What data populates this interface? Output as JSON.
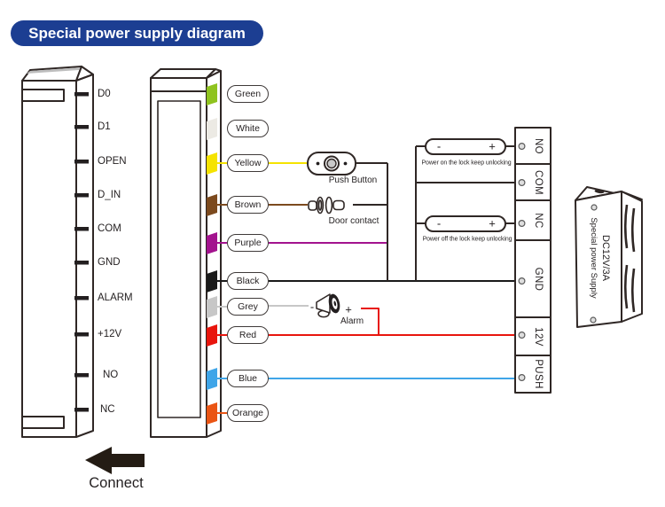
{
  "title": "Special power supply diagram",
  "title_bg": "#1c3e92",
  "outline_color": "#2f2725",
  "controller": {
    "terminals": [
      "D0",
      "D1",
      "OPEN",
      "D_IN",
      "COM",
      "GND",
      "ALARM",
      "+12V",
      "NO",
      "NC"
    ]
  },
  "wires": [
    {
      "label": "Green",
      "color": "#8fc31f"
    },
    {
      "label": "White",
      "color": "#eceae4"
    },
    {
      "label": "Yellow",
      "color": "#f5e300"
    },
    {
      "label": "Brown",
      "color": "#7c4a1e"
    },
    {
      "label": "Purple",
      "color": "#a3138e"
    },
    {
      "label": "Black",
      "color": "#1a1a1a"
    },
    {
      "label": "Grey",
      "color": "#c7c7c7"
    },
    {
      "label": "Red",
      "color": "#e8150d"
    },
    {
      "label": "Blue",
      "color": "#3fa5e8"
    },
    {
      "label": "Orange",
      "color": "#ea5514"
    }
  ],
  "components": {
    "push_button": "Push Button",
    "door_contact": "Door contact",
    "alarm": "Alarm"
  },
  "signs": {
    "minus": "-",
    "plus": "+"
  },
  "notes": [
    {
      "text": "Power on the lock keep unlocking"
    },
    {
      "text": "Power off the lock keep unlocking"
    }
  ],
  "terminal_block": {
    "labels": [
      "NO",
      "COM",
      "NC",
      "GND",
      "12V",
      "PUSH"
    ]
  },
  "power_supply": {
    "line1": "DC12V/3A",
    "line2": "Special power Supply"
  },
  "connect_label": "Connect"
}
